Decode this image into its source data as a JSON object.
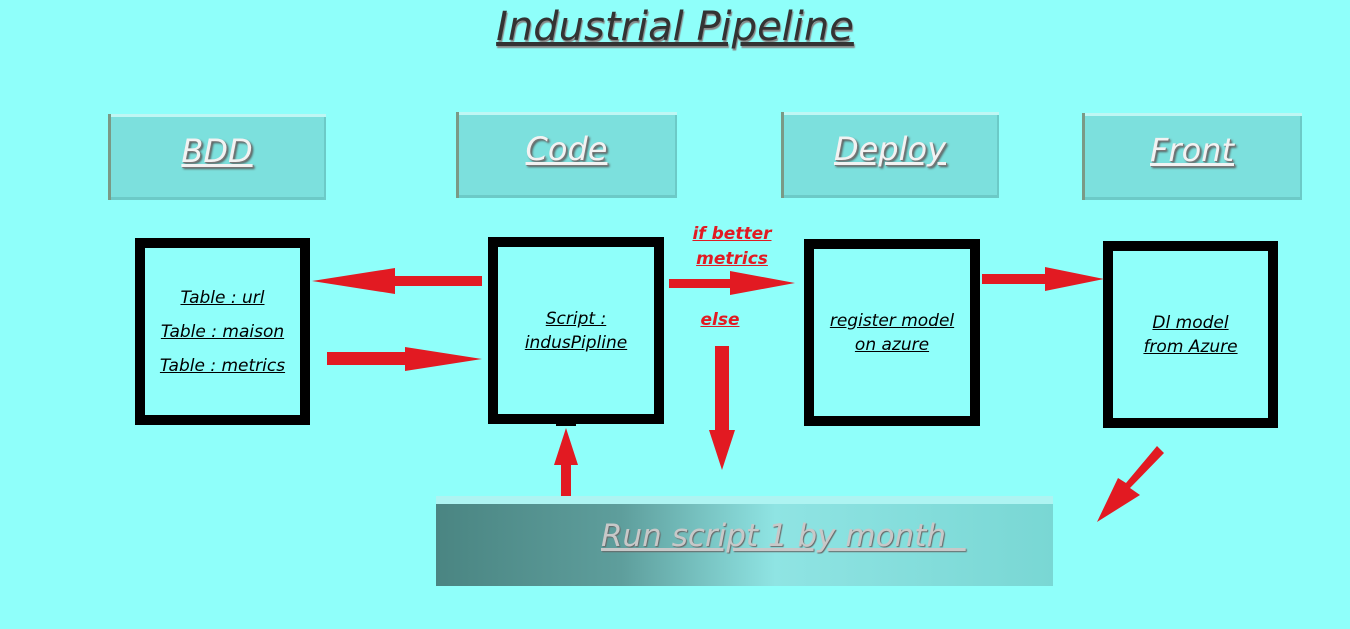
{
  "title": "Industrial Pipeline",
  "stages": [
    "BDD",
    "Code",
    "Deploy",
    "Front"
  ],
  "bdd_box": [
    "Table : url",
    "Table : maison",
    "Table : metrics"
  ],
  "code_box": [
    "Script :",
    "indusPipline"
  ],
  "deploy_box": [
    "register model",
    "on azure"
  ],
  "front_box": [
    "Dl model",
    "from Azure"
  ],
  "condition": [
    "if better",
    "metrics"
  ],
  "else_label": "else",
  "schedule": "Run script 1 by month  ",
  "colors": {
    "background": "#8ffffa",
    "arrow": "#e21a22",
    "slab": "#7ce0dd",
    "box_border": "#000000"
  }
}
